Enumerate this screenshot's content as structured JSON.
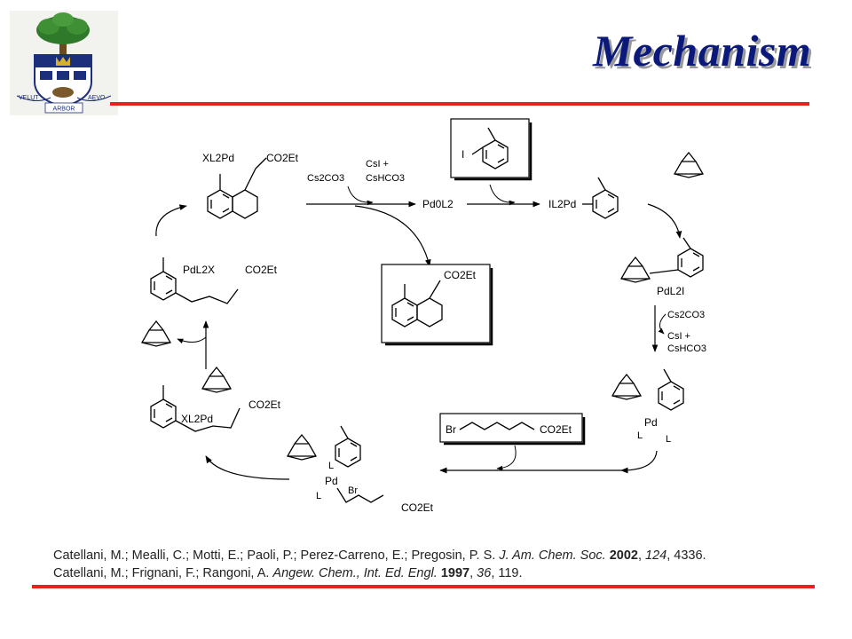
{
  "header": {
    "title": "Mechanism",
    "crest": {
      "motto_left": "VELUT",
      "motto_right": "AEVO",
      "motto_bottom": "ARBOR"
    },
    "colors": {
      "title": "#0b1a7a",
      "rule": "#e8201f"
    }
  },
  "scheme": {
    "reagents": {
      "cs2co3_top": "Cs2CO3",
      "csi_top_1": "CsI +",
      "csi_top_2": "CsHCO3",
      "cs2co3_right": "Cs2CO3",
      "csi_right_1": "CsI +",
      "csi_right_2": "CsHCO3",
      "pd0": "Pd0L2"
    },
    "species": {
      "top_left_pd": "XL2Pd",
      "top_left_ester": "CO2Et",
      "iodotoluene_i": "I",
      "arylpd": "IL2Pd",
      "norbornyl_pd": "PdL2I",
      "palladacycle_pd": "Pd",
      "palladacycle_l1": "L",
      "palladacycle_l2": "L",
      "bromoester_br": "Br",
      "bromoester_ester": "CO2Et",
      "pdiv_pd": "Pd",
      "pdiv_l1": "L",
      "pdiv_l2": "L",
      "pdiv_br": "Br",
      "pdiv_ester": "CO2Et",
      "bottom_left_pd": "XL2Pd",
      "bottom_left_ester": "CO2Et",
      "left_aryl_pd": "PdL2X",
      "left_aryl_ester": "CO2Et",
      "product_ester": "CO2Et"
    }
  },
  "references": [
    {
      "authors": "Catellani, M.; Mealli, C.; Motti, E.; Paoli, P.; Perez-Carreno, E.; Pregosin, P. S. ",
      "journal": "J. Am. Chem. Soc.",
      "year": "2002",
      "volume": "124",
      "pages": ", 4336."
    },
    {
      "authors": "Catellani, M.; Frignani, F.; Rangoni, A. ",
      "journal": "Angew. Chem., Int. Ed. Engl.",
      "year": "1997",
      "volume": "36",
      "pages": ", 119."
    }
  ]
}
